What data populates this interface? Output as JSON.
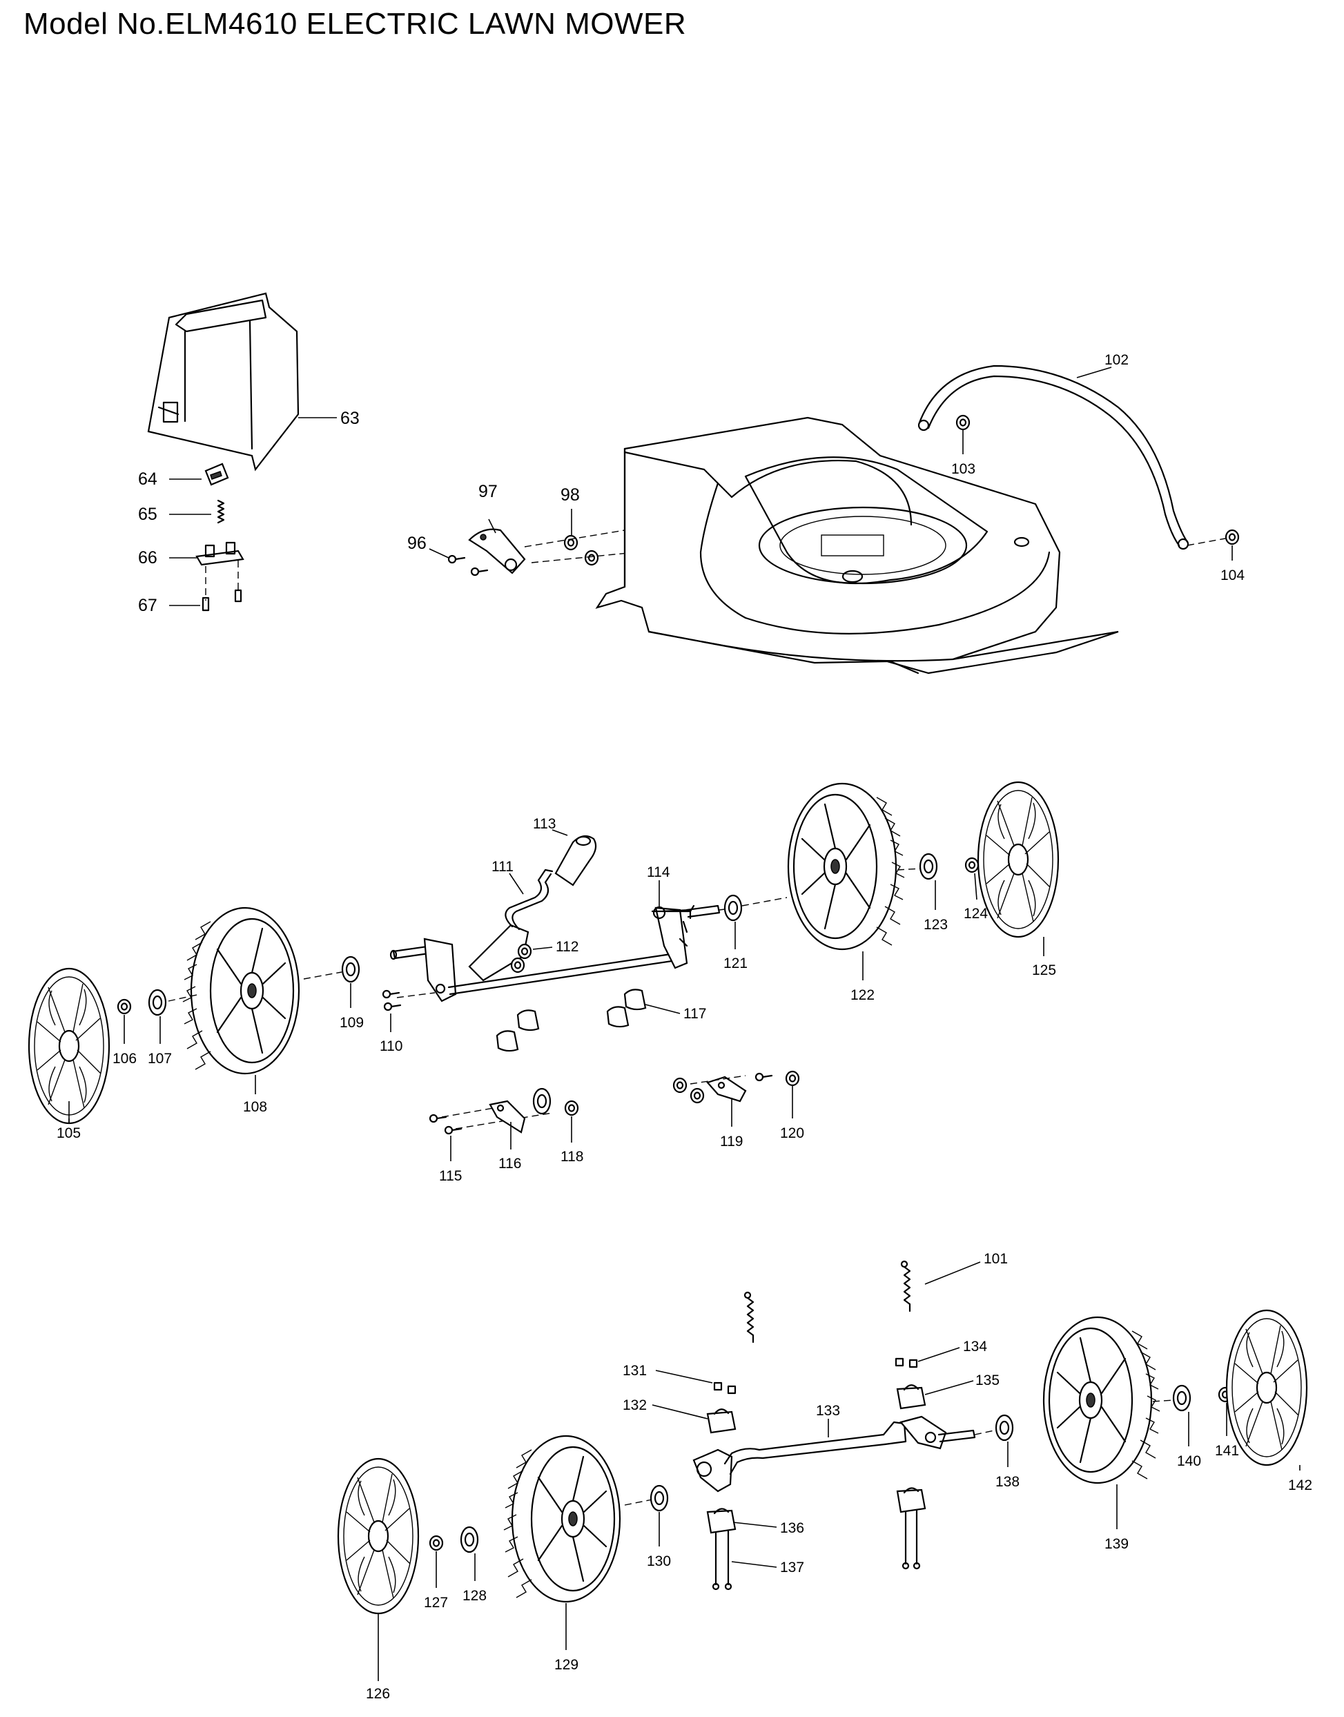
{
  "title": "Model No.ELM4610 ELECTRIC LAWN MOWER",
  "parts": {
    "p63": "63",
    "p64": "64",
    "p65": "65",
    "p66": "66",
    "p67": "67",
    "p96": "96",
    "p97": "97",
    "p98": "98",
    "p101": "101",
    "p102": "102",
    "p103": "103",
    "p104": "104",
    "p105": "105",
    "p106": "106",
    "p107": "107",
    "p108": "108",
    "p109": "109",
    "p110": "110",
    "p111": "111",
    "p112": "112",
    "p113": "113",
    "p114": "114",
    "p115": "115",
    "p116": "116",
    "p117": "117",
    "p118": "118",
    "p119": "119",
    "p120": "120",
    "p121": "121",
    "p122": "122",
    "p123": "123",
    "p124": "124",
    "p125": "125",
    "p126": "126",
    "p127": "127",
    "p128": "128",
    "p129": "129",
    "p130": "130",
    "p131": "131",
    "p132": "132",
    "p133": "133",
    "p134": "134",
    "p135": "135",
    "p136": "136",
    "p137": "137",
    "p138": "138",
    "p139": "139",
    "p140": "140",
    "p141": "141",
    "p142": "142"
  }
}
